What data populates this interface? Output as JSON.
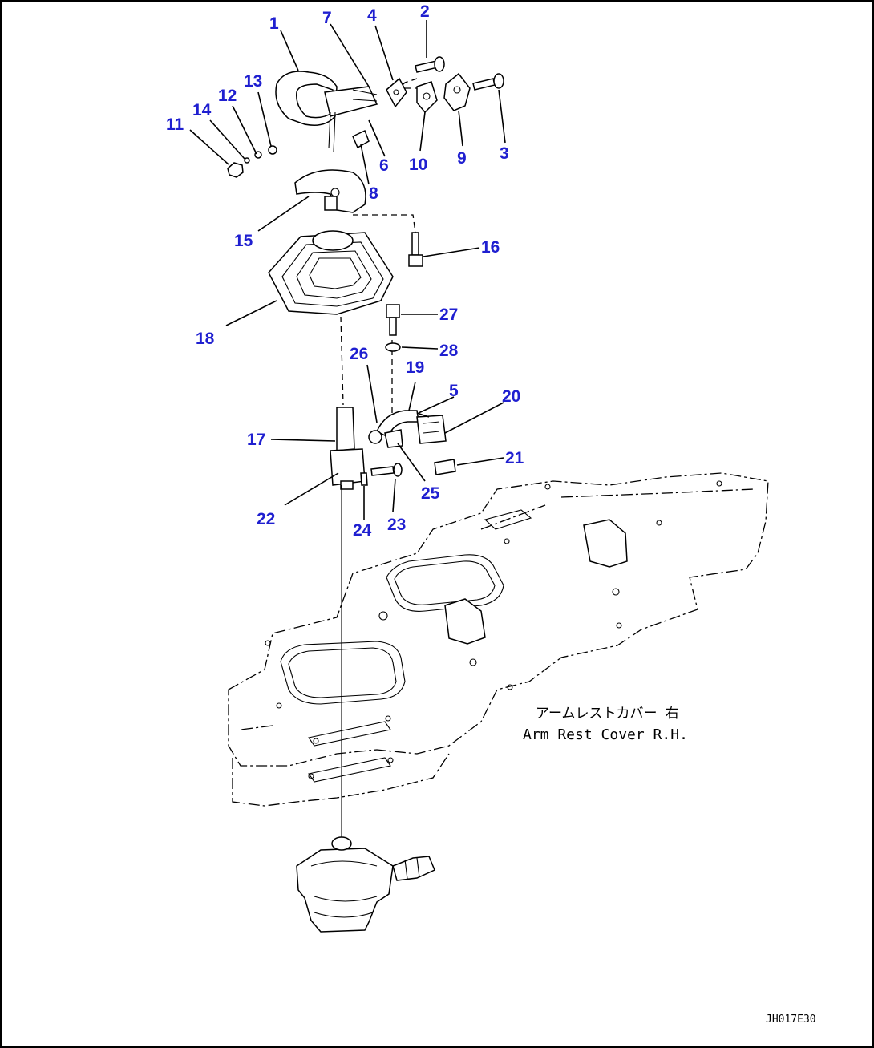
{
  "callouts": [
    "1",
    "2",
    "3",
    "4",
    "5",
    "6",
    "7",
    "8",
    "9",
    "10",
    "11",
    "12",
    "13",
    "14",
    "15",
    "16",
    "17",
    "18",
    "19",
    "20",
    "21",
    "22",
    "23",
    "24",
    "25",
    "26",
    "27",
    "28"
  ],
  "cover_label": {
    "japanese": "アームレストカバー 右",
    "english": "Arm Rest Cover R.H."
  },
  "drawing_code": "JH017E30",
  "colors": {
    "callout": "#1f1fd0",
    "line": "#000000",
    "background": "#ffffff"
  }
}
